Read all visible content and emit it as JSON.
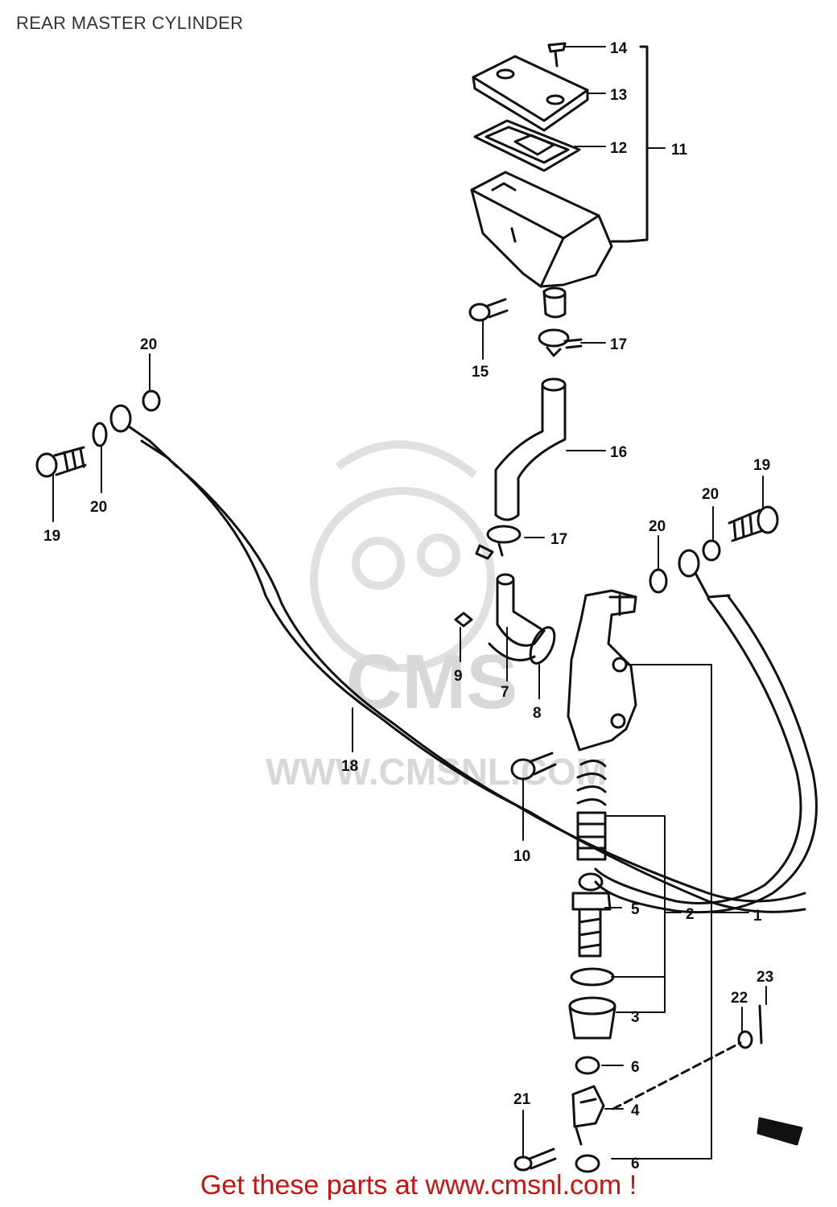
{
  "title": "REAR MASTER CYLINDER",
  "footer": "Get these parts at www.cmsnl.com !",
  "watermark": {
    "logo_text": "CMS",
    "url_text": "WWW.CMSNL.COM"
  },
  "colors": {
    "line": "#111111",
    "footer_text": "#cc1111",
    "watermark": "#d8d8d8"
  },
  "parts": [
    {
      "id": "p1",
      "label": "1"
    },
    {
      "id": "p2",
      "label": "2"
    },
    {
      "id": "p3",
      "label": "3"
    },
    {
      "id": "p4",
      "label": "4"
    },
    {
      "id": "p5",
      "label": "5"
    },
    {
      "id": "p6a",
      "label": "6"
    },
    {
      "id": "p6b",
      "label": "6"
    },
    {
      "id": "p7",
      "label": "7"
    },
    {
      "id": "p8",
      "label": "8"
    },
    {
      "id": "p9",
      "label": "9"
    },
    {
      "id": "p10",
      "label": "10"
    },
    {
      "id": "p11",
      "label": "11"
    },
    {
      "id": "p12",
      "label": "12"
    },
    {
      "id": "p13",
      "label": "13"
    },
    {
      "id": "p14",
      "label": "14"
    },
    {
      "id": "p15",
      "label": "15"
    },
    {
      "id": "p16",
      "label": "16"
    },
    {
      "id": "p17a",
      "label": "17"
    },
    {
      "id": "p17b",
      "label": "17"
    },
    {
      "id": "p18",
      "label": "18"
    },
    {
      "id": "p19a",
      "label": "19"
    },
    {
      "id": "p19b",
      "label": "19"
    },
    {
      "id": "p20a",
      "label": "20"
    },
    {
      "id": "p20b",
      "label": "20"
    },
    {
      "id": "p20c",
      "label": "20"
    },
    {
      "id": "p20d",
      "label": "20"
    },
    {
      "id": "p21",
      "label": "21"
    },
    {
      "id": "p22",
      "label": "22"
    },
    {
      "id": "p23",
      "label": "23"
    }
  ]
}
